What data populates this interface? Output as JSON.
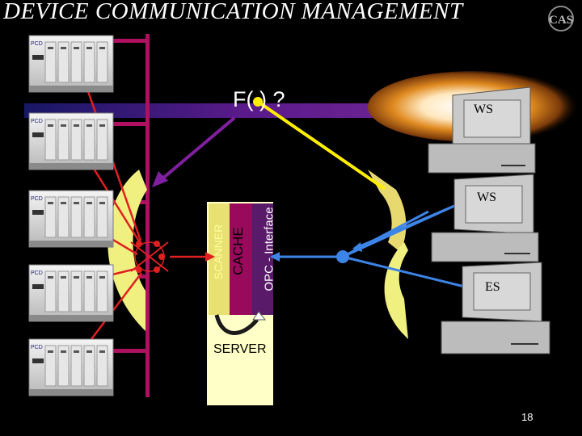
{
  "title": "DEVICE COMMUNICATION MANAGEMENT",
  "logo_text": "CAS",
  "formula_label": "F(   ) ?",
  "workstations": [
    {
      "label": "WS"
    },
    {
      "label": "WS"
    },
    {
      "label": "ES"
    }
  ],
  "server": {
    "label": "SERVER",
    "layers": [
      "SCANNER",
      "CACHE",
      "OPC - Interface"
    ]
  },
  "device_label": "PCD",
  "device_count": 5,
  "page_number": "18",
  "colors": {
    "background": "#000000",
    "server_fill": "#ffffc8",
    "scanner_layer": "#e8e070",
    "cache_layer": "#9a0a5c",
    "opc_layer": "#5a1a6a",
    "bus_line": "#b01060",
    "red_links": "#e02020",
    "blue_links": "#3c84e6",
    "purple_arrow": "#8020a0",
    "yellow_link": "#ffee00",
    "arc_fill": "#f0f080"
  }
}
